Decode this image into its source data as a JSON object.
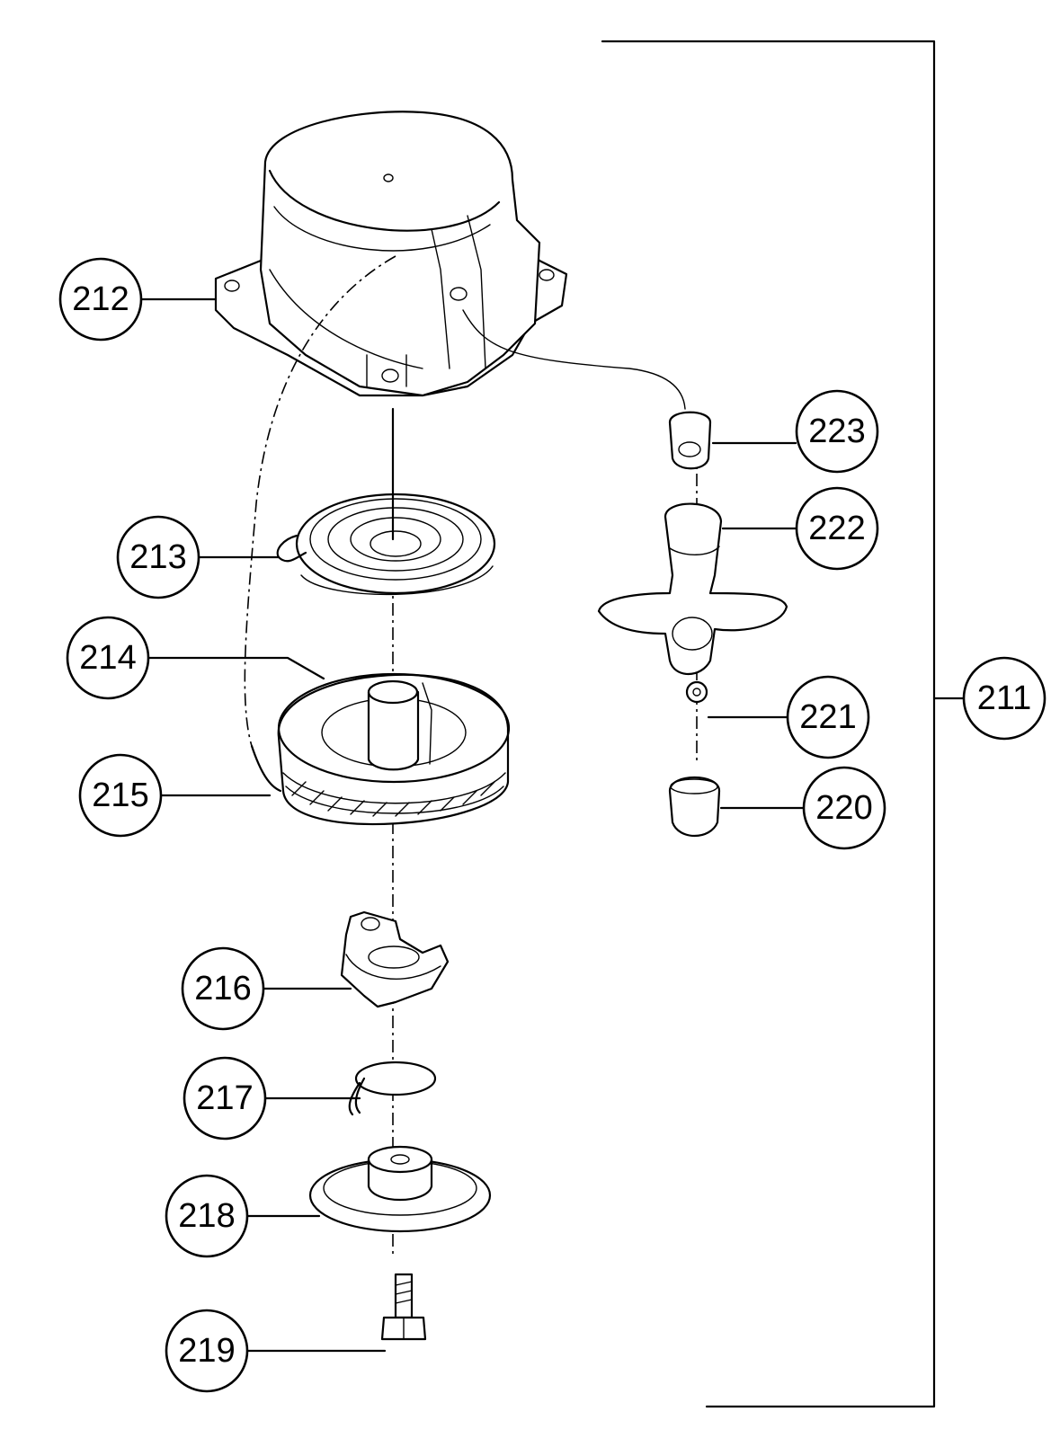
{
  "callouts": {
    "c211": "211",
    "c212": "212",
    "c213": "213",
    "c214": "214",
    "c215": "215",
    "c216": "216",
    "c217": "217",
    "c218": "218",
    "c219": "219",
    "c220": "220",
    "c221": "221",
    "c222": "222",
    "c223": "223"
  }
}
